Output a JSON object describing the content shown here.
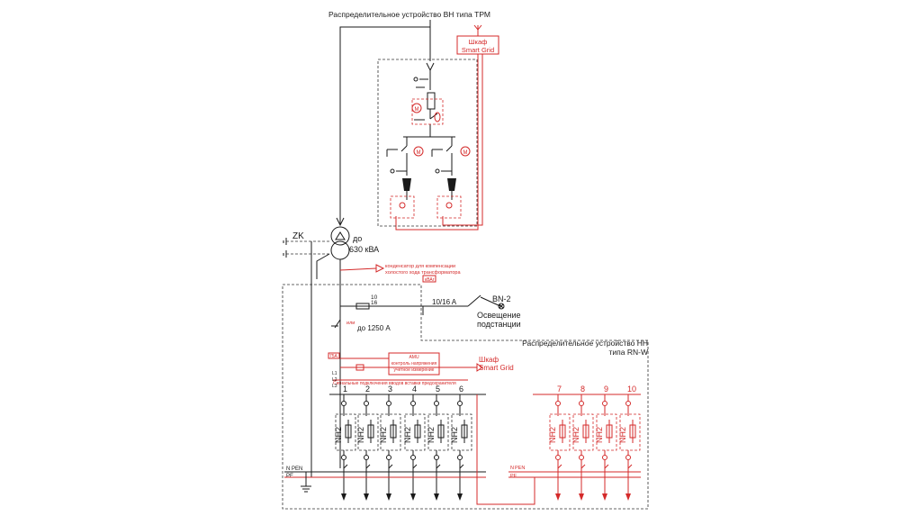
{
  "title_hv": "Распределительное устройство ВН типа ТРМ",
  "smart_grid_box": {
    "line1": "Шкаф",
    "line2": "Smart Grid"
  },
  "transformer": {
    "prefix": "до",
    "rating": "630 кВА"
  },
  "zk_label": "ZK",
  "capacitor_note": {
    "line1": "конденсатор для компенсации",
    "line2": "холостого хода трансформатора",
    "tag": "кВАr"
  },
  "fuse_small": {
    "top": "10",
    "bottom": "16"
  },
  "lighting": {
    "breaker": "10/16 A",
    "code": "BN-2",
    "line1": "Освещение",
    "line2": "подстанции"
  },
  "main_breaker": {
    "or_label": "или",
    "rating": "до 1250 А"
  },
  "lv_title": {
    "line1": "Распределительное устройство НН",
    "line2": "типа RN-W"
  },
  "amu": {
    "title": "AMU",
    "line1": "контроль напряжения",
    "line2": "учетное измерение"
  },
  "ct_label": "75A",
  "smart_grid_right": {
    "line1": "Шкаф",
    "line2": "Smart Grid"
  },
  "signal_note": "Сигнальные подключения вводов вставки предохранителя",
  "feeder_block_labels": [
    "L1",
    "L2",
    "L3"
  ],
  "pen_left": {
    "n": "N",
    "pen": "PEN",
    "pe": "PE"
  },
  "pen_right": {
    "n": "N",
    "pen": "PEN",
    "pe": "PE"
  },
  "feeders_black": [
    "1",
    "2",
    "3",
    "4",
    "5",
    "6"
  ],
  "feeders_red": [
    "7",
    "8",
    "9",
    "10"
  ],
  "fuse_type": "NH2",
  "colors": {
    "line": "#1a1a1a",
    "accent": "#d42a2a"
  }
}
